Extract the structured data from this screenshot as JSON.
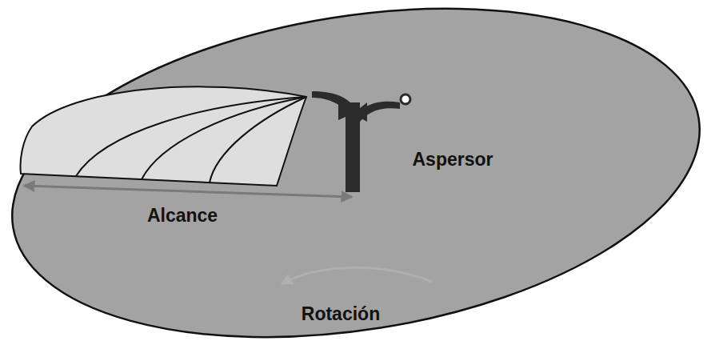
{
  "diagram": {
    "labels": [
      "Aspersor",
      "Alcance",
      "Rotación"
    ]
  }
}
